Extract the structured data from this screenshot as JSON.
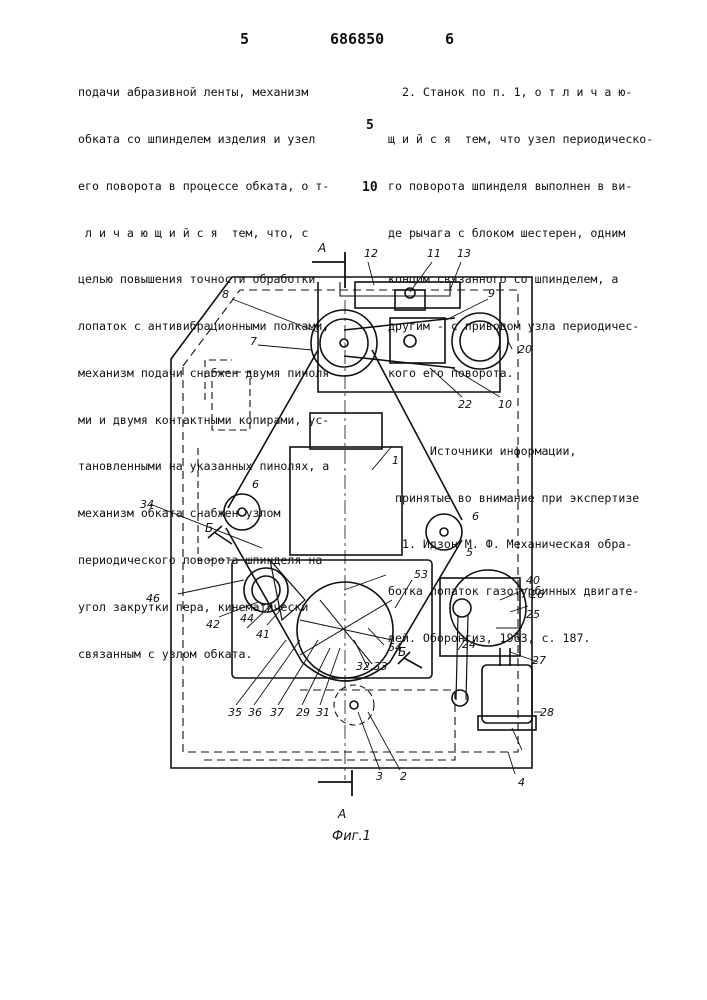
{
  "page_left_num": "5",
  "patent_no": "686850",
  "page_right_num": "6",
  "left_column": [
    "подачи абразивной ленты, механизм",
    "обката со шпинделем изделия и узел",
    "его поворота в процессе обката, о т-",
    " л и ч а ю щ и й с я  тем, что, с",
    "целью повышения точности обработки",
    "лопаток с антивибрационными полками,",
    "механизм подачи снабжен двумя пиноля-",
    "ми и двумя контактными копирами, ус-",
    "тановленными на указанных пинолях, а",
    "механизм обката снабжен узлом",
    "периодического поворота шпинделя на",
    "угол закрутки пера, кинематически",
    "связанным с узлом обката."
  ],
  "right_column": [
    "  2. Станок по п. 1, о т л и ч а ю-",
    "щ и й с я  тем, что узел периодическо-",
    "го поворота шпинделя выполнен в ви-",
    "де рычага с блоком шестерен, одним",
    "концом связанного со шпинделем, а",
    "другим - с приводом узла периодичес-",
    "кого его поворота.",
    "",
    "      Источники информации,",
    " принятые во внимание при экспертизе",
    "  1. Идзон М. Ф. Механическая обра-",
    "ботка лопаток газотурбинных двигате-",
    "лей. Оборонгиз, 1963, с. 187."
  ],
  "margin_numbers": [
    "5",
    "10"
  ],
  "figure": {
    "caption": "Фиг.1",
    "section_labels": [
      "А",
      "А",
      "Б",
      "Б"
    ],
    "callouts": [
      "1",
      "2",
      "3",
      "4",
      "5",
      "6",
      "6",
      "7",
      "8",
      "9",
      "10",
      "11",
      "12",
      "13",
      "20",
      "22",
      "24",
      "25",
      "26",
      "27",
      "28",
      "29",
      "31",
      "32,33",
      "34",
      "35",
      "36",
      "37",
      "40",
      "41",
      "42",
      "44",
      "46",
      "53",
      "54"
    ]
  }
}
